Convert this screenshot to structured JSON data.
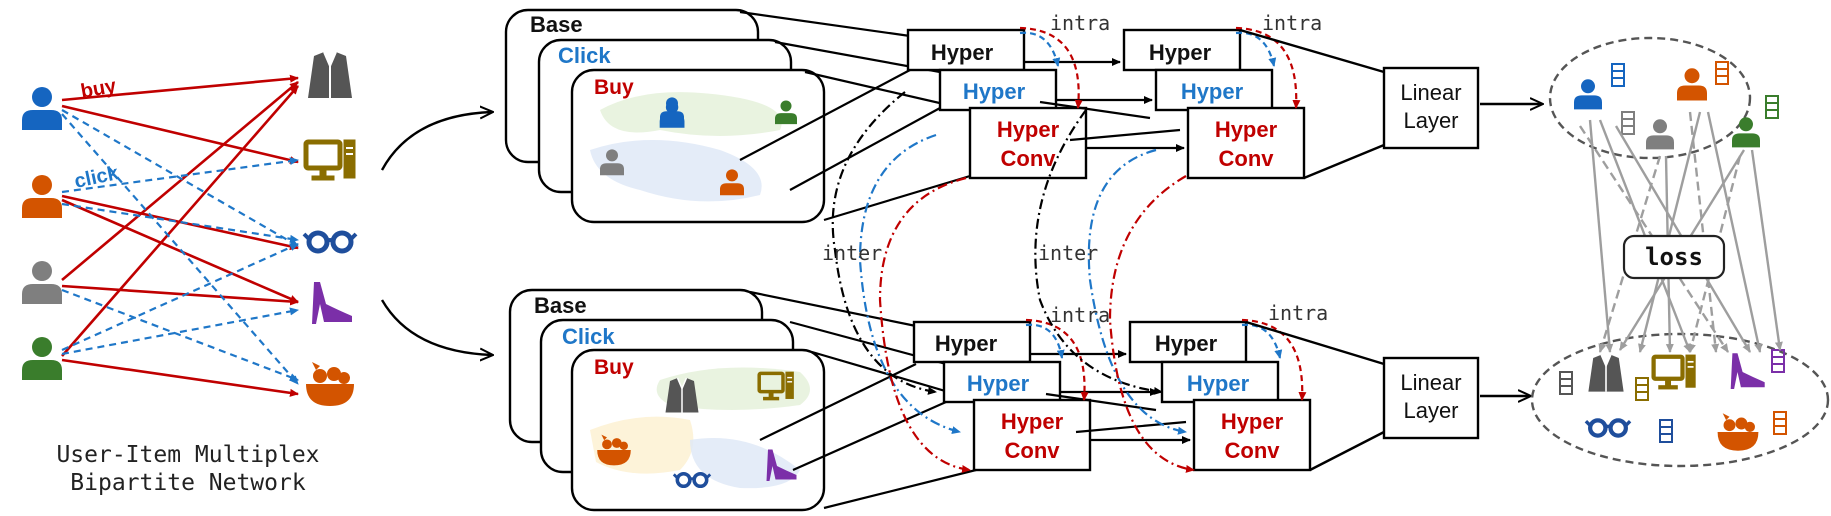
{
  "network": {
    "edge_buy_label": "buy",
    "edge_click_label": "click",
    "caption_line1": "User-Item Multiplex",
    "caption_line2": "Bipartite Network"
  },
  "behaviors": {
    "base": "Base",
    "click": "Click",
    "buy": "Buy"
  },
  "layers": {
    "hyper": "Hyper",
    "conv_line1": "Hyper",
    "conv_line2": "Conv",
    "intra": "intra",
    "inter": "inter",
    "linear_line1": "Linear",
    "linear_line2": "Layer"
  },
  "loss_label": "loss",
  "colors": {
    "buy": "#c00000",
    "click": "#1f77c8",
    "user_blue": "#1565c0",
    "user_orange": "#d35400",
    "user_gray": "#7f7f7f",
    "user_green": "#3a7d2c",
    "item_gray": "#555555",
    "item_olive": "#8a6d00",
    "item_blue": "#1f4e9c",
    "item_purple": "#7b2fa8",
    "item_orange": "#d35400"
  }
}
